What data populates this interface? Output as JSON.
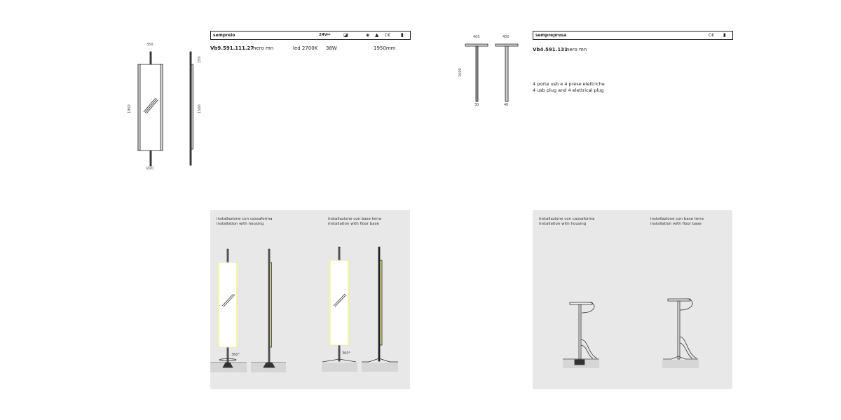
{
  "product_left": {
    "name": "sempreio",
    "voltage": "24V⎓",
    "icons": [
      "dimmable-icon",
      "class-icon",
      "warning-triangle-icon",
      "ce-mark-icon",
      "plug-icon"
    ],
    "ce": "C€",
    "code": "Vb9.591.111.27",
    "finish": "nero mn",
    "led": "led 2700K",
    "power": "38W",
    "height": "1950mm",
    "dims": {
      "width": "350",
      "height": "1950",
      "top": "150",
      "panel": "1500",
      "diameter": "Ø20"
    }
  },
  "product_right": {
    "name": "semprepresa",
    "ce": "C€",
    "code": "Vb4.591.131",
    "finish": "nero mn",
    "desc_it": "4 porte usb e 4 prese elettriche",
    "desc_en": "4 usb plug and 4 elettrical plug",
    "dims": {
      "width_a": "400",
      "width_b": "400",
      "height": "1000",
      "pole_a": "30",
      "pole_b": "48"
    }
  },
  "install": {
    "housing_it": "installazione con cassaforma",
    "housing_en": "installation with housing",
    "floor_it": "installazione con base terra",
    "floor_en": "installation with floor base",
    "rotation": "360°"
  }
}
